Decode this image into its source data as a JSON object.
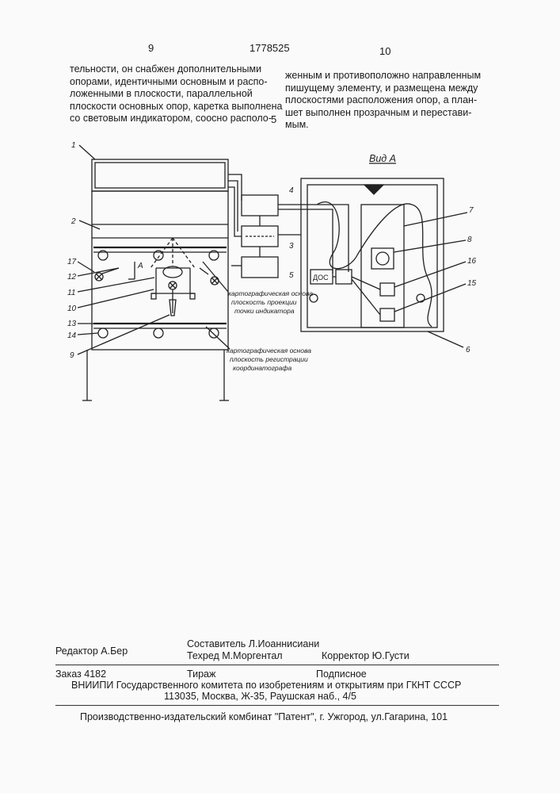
{
  "header": {
    "page_left": "9",
    "patent_number": "1778525",
    "page_right": "10"
  },
  "text_left": [
    "тельности, он снабжен дополнительными",
    "опорами, идентичными основным и распо-",
    "ложенными в плоскости, параллельной",
    "плоскости основных опор, каретка выполнена",
    "со световым индикатором, соосно располо-"
  ],
  "line_marker": "5",
  "text_right": [
    "женным и противоположно направленным",
    "пишущему элементу, и размещена между",
    "плоскостями расположения опор, а план-",
    "шет выполнен прозрачным и перестави-",
    "мым."
  ],
  "figure": {
    "view_caption": "Вид А",
    "arrow_label": "А",
    "labels_left": [
      "1",
      "2",
      "17",
      "12",
      "11",
      "10",
      "13",
      "14",
      "9"
    ],
    "labels_mid": [
      "4",
      "3",
      "5"
    ],
    "labels_right": [
      "7",
      "8",
      "16",
      "15",
      "6"
    ],
    "box_doc": "ДОС",
    "note_upper": [
      "картографическая основа",
      "плоскость проекции",
      "точки индикатора"
    ],
    "note_lower": [
      "картографическая основа",
      "плоскость регистрации",
      "координатографа"
    ]
  },
  "footer": {
    "editor": "Редактор А.Бер",
    "compiler": "Составитель Л.Иоаннисиани",
    "techred": "Техред М.Моргентал",
    "corrector": "Корректор Ю.Густи",
    "order": "Заказ 4182",
    "circulation": "Тираж",
    "subscription": "Подписное",
    "institute": "ВНИИПИ Государственного комитета по изобретениям и открытиям при ГКНТ СССР",
    "address": "113035, Москва, Ж-35, Раушская наб., 4/5",
    "publisher": "Производственно-издательский комбинат \"Патент\", г. Ужгород, ул.Гагарина, 101"
  }
}
